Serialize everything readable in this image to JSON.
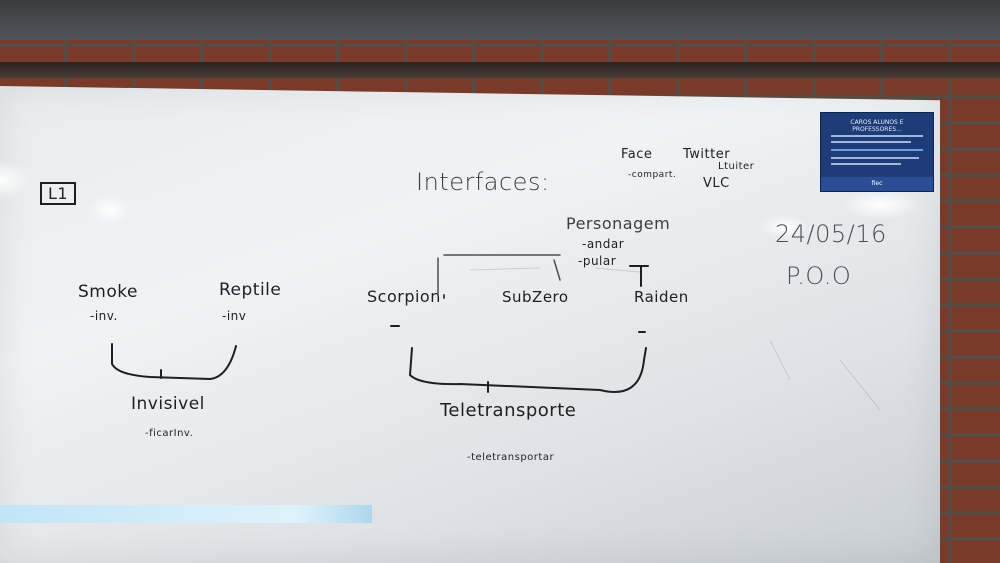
{
  "board": {
    "corner_mark": "L1",
    "title": "Interfaces:",
    "twitter_note": {
      "face": "Face",
      "twitter": "Twitter",
      "tuiter": "Ltuiter",
      "compart": "-compart.",
      "vlc": "VLC"
    },
    "date": "24/05/16",
    "course": "P.O.O",
    "personagem": {
      "name": "Personagem",
      "method1": "-andar",
      "method2": "-pular"
    },
    "left_group": {
      "smoke": "Smoke",
      "smoke_method": "-inv.",
      "reptile": "Reptile",
      "reptile_method": "-inv",
      "interface": "Invisivel",
      "interface_method": "-ficarInv."
    },
    "right_group": {
      "scorpion": "Scorpion",
      "subzero": "SubZero",
      "raiden": "Raiden",
      "interface": "Teletransporte",
      "interface_method": "-teletransportar"
    }
  },
  "poster": {
    "title": "CAROS ALUNOS E PROFESSORES...",
    "footer": "fiec"
  },
  "colors": {
    "marker": "#1e1f24",
    "board": "#eceef0",
    "brick": "#7a3a2a",
    "poster": "#1e3c78"
  }
}
